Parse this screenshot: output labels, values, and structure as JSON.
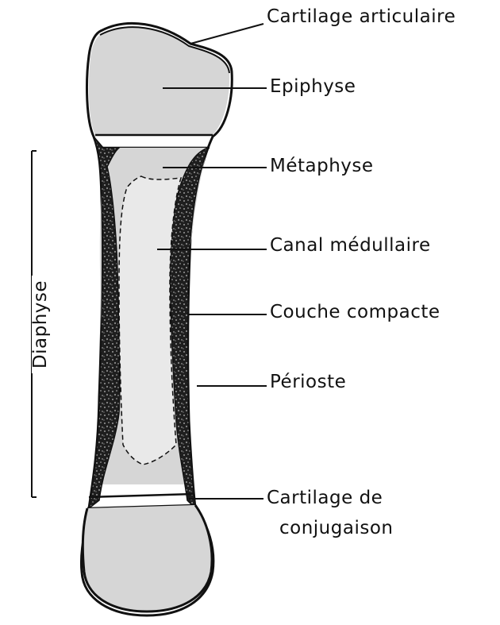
{
  "labels": {
    "cartilage_articulaire": "Cartilage articulaire",
    "epiphyse": "Epiphyse",
    "metaphyse": "Métaphyse",
    "canal_medullaire": "Canal médullaire",
    "couche_compacte": "Couche compacte",
    "perioste": "Périoste",
    "cartilage_de_conjugaison_line1": "Cartilage de",
    "cartilage_de_conjugaison_line2": "conjugaison",
    "diaphyse": "Diaphyse"
  },
  "colors": {
    "ink": "#111111",
    "bone_fill": "#d6d6d6",
    "canal_fill": "#e9e9e9",
    "compact_fill": "#2a2a2a"
  }
}
